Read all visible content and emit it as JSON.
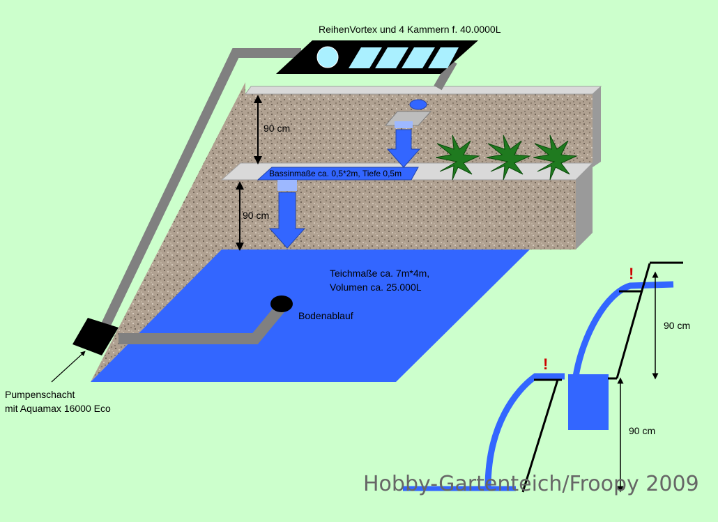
{
  "labels": {
    "vortex": "ReihenVortex und 4 Kammern f. 40.0000L",
    "upper_height": "90 cm",
    "basin": "Bassinmaße ca. 0,5*2m, Tiefe 0,5m",
    "lower_height": "90 cm",
    "pond_dims": "Teichmaße ca. 7m*4m,",
    "pond_volume": "Volumen ca. 25.000L",
    "drain": "Bodenablauf",
    "pump_line1": "Pumpenschacht",
    "pump_line2": "mit Aquamax 16000 Eco",
    "side_upper_height": "90 cm",
    "side_lower_height": "90 cm",
    "warning_mark": "!",
    "watermark": "Hobby-Gartenteich/Froopy 2009"
  },
  "colors": {
    "background": "#ccffcc",
    "water": "#3366ff",
    "pipe": "#808080",
    "gravel": "#b0a090",
    "plant": "#1f7a1f",
    "warning": "#cc0000",
    "watermark": "#666666"
  }
}
